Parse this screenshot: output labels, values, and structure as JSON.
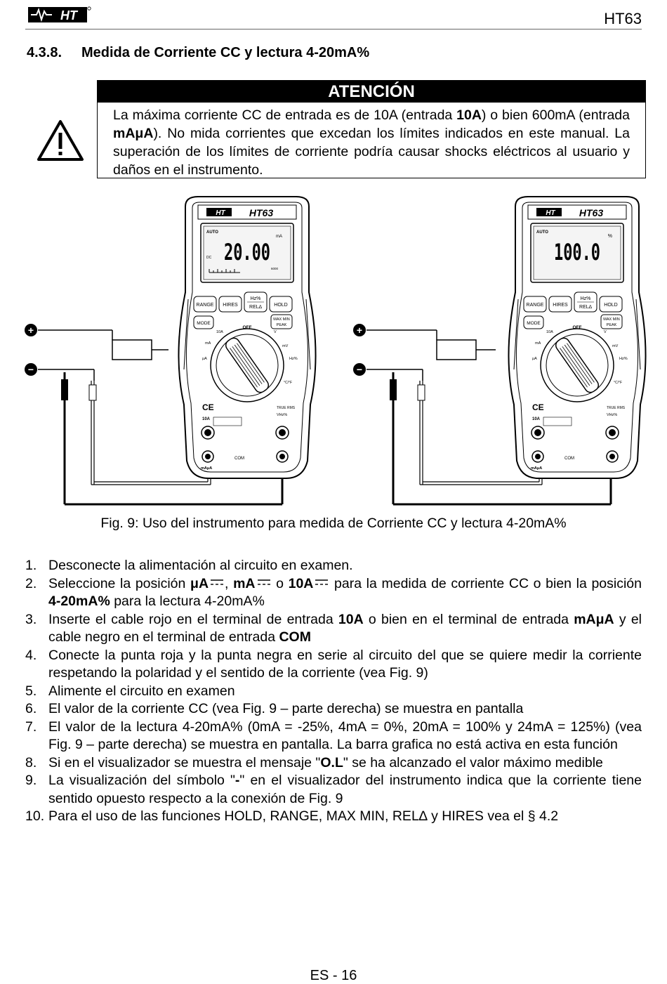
{
  "header": {
    "logo_text": "HT",
    "model": "HT63"
  },
  "section": {
    "number": "4.3.8.",
    "title": "Medida de Corriente CC y lectura 4-20mA%"
  },
  "warning": {
    "title": "ATENCIÓN",
    "p1": "La máxima corriente CC de entrada es de 10A (entrada ",
    "b1": "10A",
    "p2": ") o bien 600mA (entrada ",
    "b2": "mAμA",
    "p3": "). No mida corrientes que excedan los límites indicados en este manual. La superación de los límites de corriente podría causar shocks eléctricos al usuario y daños en el instrumento."
  },
  "figure": {
    "left_meter": {
      "brand": "HT",
      "model": "HT63",
      "reading": "20.00",
      "mode": "AUTO",
      "unit": "mA",
      "range": "6000",
      "dc": "DC"
    },
    "right_meter": {
      "brand": "HT",
      "model": "HT63",
      "reading": "100.0",
      "mode": "AUTO",
      "unit": "%"
    },
    "buttons": {
      "range": "RANGE",
      "hires": "HIRES",
      "hz": "Hz%",
      "rel": "REL∆",
      "hold": "HOLD",
      "mode": "MODE",
      "maxmin": "MAX MIN",
      "peak": "PEAK"
    },
    "dial": {
      "off": "OFF",
      "a10": "10A",
      "ma": "mA",
      "ua": "μA",
      "v": "V",
      "mv": "mV",
      "hz": "Hz%",
      "temp": "°C/°F"
    },
    "terminals": {
      "a10": "10A",
      "mauA": "mAμA",
      "com": "COM",
      "v": "VHz%"
    },
    "true_rms": "TRUE RMS",
    "polarity": {
      "plus": "+",
      "minus": "−"
    },
    "caption": "Fig. 9: Uso del instrumento para medida de Corriente CC y lectura 4-20mA%"
  },
  "steps": {
    "s1": {
      "n": "1.",
      "t": "Desconecte la alimentación al circuito en examen."
    },
    "s2": {
      "n": "2.",
      "a": "Seleccione la posición ",
      "b1": "μA",
      "c": ", ",
      "b2": "mA",
      "d": " o ",
      "b3": "10A",
      "e": " para la medida de corriente CC o bien la posición ",
      "b4": "4-20mA%",
      "f": " para la lectura 4-20mA%"
    },
    "s3": {
      "n": "3.",
      "a": "Inserte el cable rojo en el terminal de entrada ",
      "b1": "10A",
      "c": " o bien en el terminal de entrada ",
      "b2": "mAμA",
      "d": " y el cable negro en el terminal de entrada ",
      "b3": "COM"
    },
    "s4": {
      "n": "4.",
      "t": "Conecte la punta roja y la punta negra en serie al circuito del que se quiere medir la corriente respetando la polaridad y el sentido de la corriente (vea Fig. 9)"
    },
    "s5": {
      "n": "5.",
      "t": "Alimente el circuito en examen"
    },
    "s6": {
      "n": "6.",
      "t": "El valor de la corriente CC (vea Fig. 9 – parte derecha) se muestra en pantalla"
    },
    "s7": {
      "n": "7.",
      "t": "El valor de la lectura 4-20mA% (0mA = -25%, 4mA = 0%, 20mA = 100% y 24mA = 125%) (vea Fig. 9 – parte derecha) se muestra en pantalla. La barra grafica no está activa en esta función"
    },
    "s8": {
      "n": "8.",
      "a": "Si en el visualizador se muestra el mensaje \"",
      "b": "O.L",
      "c": "\" se ha alcanzado el valor máximo medible"
    },
    "s9": {
      "n": "9.",
      "a": "La visualización del símbolo \"",
      "b": "-",
      "c": "\" en el visualizador del instrumento indica que la corriente tiene sentido opuesto respecto a la conexión de Fig. 9"
    },
    "s10": {
      "n": "10.",
      "t": "Para el uso de las funciones HOLD, RANGE, MAX MIN, REL∆ y HIRES vea el § 4.2"
    }
  },
  "footer": {
    "page": "ES - 16"
  }
}
